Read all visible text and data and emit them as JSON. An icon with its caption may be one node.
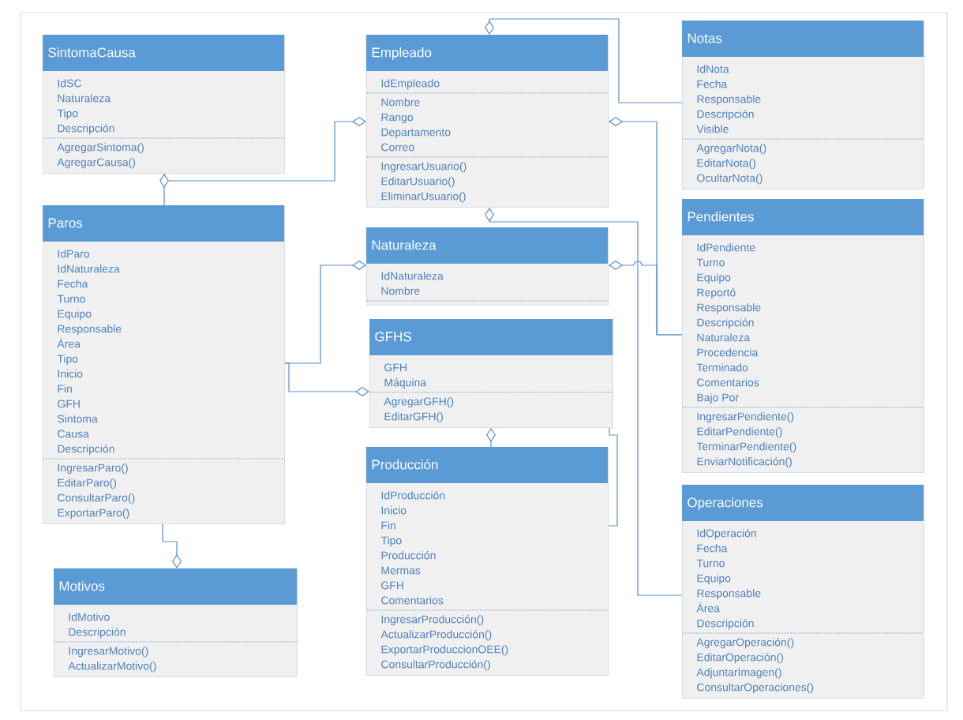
{
  "diagram": {
    "nodes": [
      {
        "text": [
          "SintomaCausa",
          "IdSC",
          "Naturaleza",
          "Tipo",
          "Descripción",
          "AgregarSintoma()",
          "AgregarCausa()"
        ]
      },
      {
        "text": [
          "Paros",
          "IdParo",
          "IdNaturaleza",
          "Fecha",
          "Turno",
          "Equipo",
          "Responsable",
          "Área",
          "Tipo",
          "Inicio",
          "Fin",
          "GFH",
          "Sintoma",
          "Causa",
          "Descripción",
          "IngresarParo()",
          "EditarParo()",
          "ConsultarParo()",
          "ExportarParo()"
        ]
      },
      {
        "text": [
          "Motivos",
          "IdMotivo",
          "Descripción",
          "IngresarMotivo()",
          "ActualizarMotivo()"
        ]
      },
      {
        "text": [
          "Empleado",
          "IdEmpleado",
          "Nombre",
          "Rango",
          "Departamento",
          "Correo",
          "IngresarUsuario()",
          "EditarUsuario()",
          "EliminarUsuario()"
        ]
      },
      {
        "text": [
          "Naturaleza",
          "IdNaturaleza",
          "Nombre"
        ]
      },
      {
        "text": [
          "GFHS",
          "GFH",
          "Máquina",
          "AgregarGFH()",
          "EditarGFH()"
        ]
      },
      {
        "text": [
          "Producción",
          "IdProducción",
          "Inicio",
          "Fin",
          "Tipo",
          "Producción",
          "Mermas",
          "GFH",
          "Comentarios",
          "IngresarProducción()",
          "ActualizarProducción()",
          "ExportarProduccionOEE()",
          "ConsultarProducción()"
        ]
      },
      {
        "text": [
          "Notas",
          "IdNota",
          "Fecha",
          "Responsable",
          "Descripción",
          "Visible",
          "AgregarNota()",
          "EditarNota()",
          "OcultarNota()"
        ]
      },
      {
        "text": [
          "Pendientes",
          "IdPendiente",
          "Turno",
          "Equipo",
          "Reportó",
          "Responsable",
          "Descripción",
          "Naturaleza",
          "Procedencia",
          "Terminado",
          "Comentarios",
          "Bajo Por",
          "IngresarPendiente()",
          "EditarPendiente()",
          "TerminarPendiente()",
          "EnviarNotificación()"
        ]
      },
      {
        "text": [
          "Operaciones",
          "IdOperación",
          "Fecha",
          "Turno",
          "Equipo",
          "Responsable",
          "Área",
          "Descripción",
          "AgregarOperación()",
          "EditarOperación()",
          "AdjuntarImagen()",
          "ConsultarOperaciones()"
        ]
      }
    ],
    "edges": [
      {
        "from": 0,
        "to": 3,
        "arrow": "other"
      },
      {
        "from": 1,
        "to": 0,
        "arrow": "other"
      },
      {
        "from": 1,
        "to": 2,
        "arrow": "other"
      },
      {
        "from": 1,
        "to": 4,
        "arrow": "other"
      },
      {
        "from": 1,
        "to": 5,
        "arrow": "other"
      },
      {
        "from": 6,
        "to": 5,
        "arrow": "other"
      },
      {
        "from": 6,
        "to": 5,
        "arrow": "none"
      },
      {
        "from": 7,
        "to": 3,
        "arrow": "other"
      },
      {
        "from": 8,
        "to": 3,
        "arrow": "other"
      },
      {
        "from": 8,
        "to": 4,
        "arrow": "other"
      },
      {
        "from": 9,
        "to": 3,
        "arrow": "other"
      }
    ]
  }
}
